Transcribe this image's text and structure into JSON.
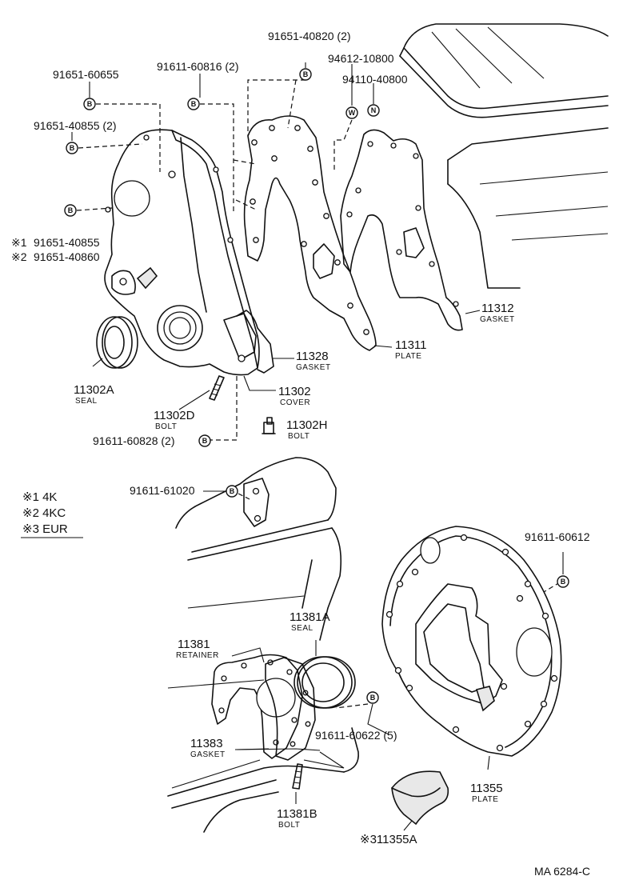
{
  "labels": {
    "p91651_40820": "91651-40820 (2)",
    "p94612_10800": "94612-10800",
    "p94110_40800": "94110-40800",
    "p91651_60655": "91651-60655",
    "p91611_60816": "91611-60816 (2)",
    "p91651_40855_2": "91651-40855 (2)",
    "note1_mark": "※1",
    "note1_part": "91651-40855",
    "note2_mark": "※2",
    "note2_part": "91651-40860",
    "p11312": "11312",
    "p11312_name": "GASKET",
    "p11311": "11311",
    "p11311_name": "PLATE",
    "p11328": "11328",
    "p11328_name": "GASKET",
    "p11302A": "11302A",
    "p11302A_name": "SEAL",
    "p11302": "11302",
    "p11302_name": "COVER",
    "p11302D": "11302D",
    "p11302D_name": "BOLT",
    "p11302H": "11302H",
    "p11302H_name": "BOLT",
    "p91611_60828": "91611-60828 (2)",
    "p91611_61020": "91611-61020",
    "p91611_60612": "91611-60612",
    "p11381A": "11381A",
    "p11381A_name": "SEAL",
    "p11381": "11381",
    "p11381_name": "RETAINER",
    "p11383": "11383",
    "p11383_name": "GASKET",
    "p91611_60622": "91611-60622 (5)",
    "p11355": "11355",
    "p11355_name": "PLATE",
    "p11381B": "11381B",
    "p11381B_name": "BOLT",
    "p11355A": "※311355A",
    "footer": "MA  6284-C"
  },
  "legend": {
    "k1": "※1 4K",
    "k2": "※2 4KC",
    "k3": "※3 EUR"
  },
  "badges": {
    "b": "B",
    "w": "W",
    "n": "N"
  }
}
